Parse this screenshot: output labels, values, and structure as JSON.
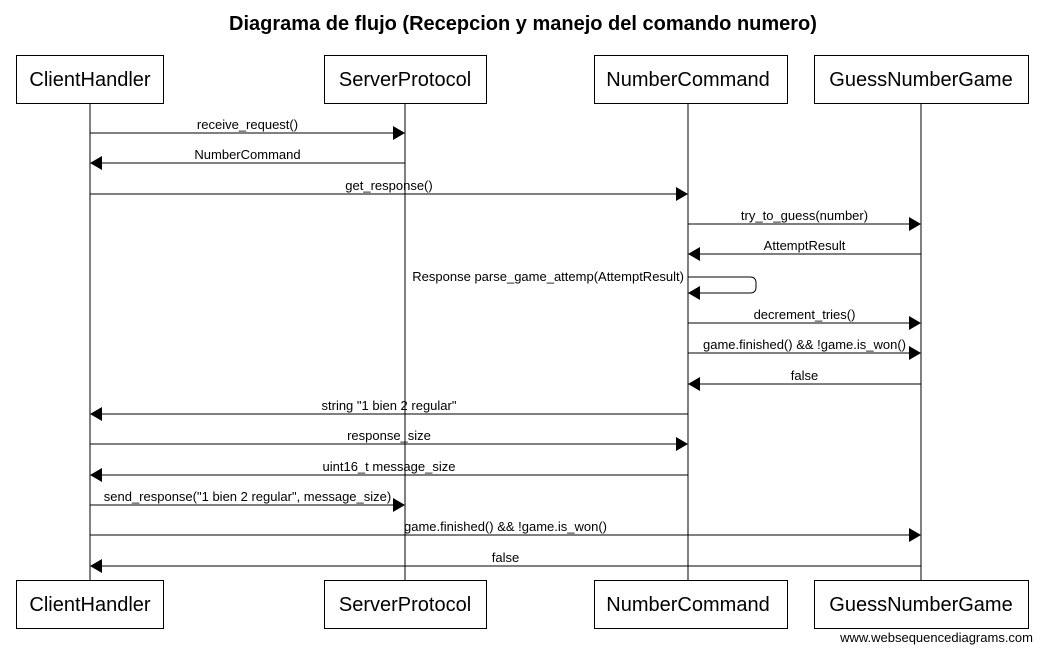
{
  "title": "Diagrama de flujo (Recepcion y manejo del comando numero)",
  "credit": "www.websequencediagrams.com",
  "participants": [
    "ClientHandler",
    "ServerProtocol",
    "NumberCommand",
    "GuessNumberGame"
  ],
  "messages": [
    {
      "from": "ClientHandler",
      "to": "ServerProtocol",
      "label": "receive_request()"
    },
    {
      "from": "ServerProtocol",
      "to": "ClientHandler",
      "label": "NumberCommand"
    },
    {
      "from": "ClientHandler",
      "to": "NumberCommand",
      "label": "get_response()"
    },
    {
      "from": "NumberCommand",
      "to": "GuessNumberGame",
      "label": "try_to_guess(number)"
    },
    {
      "from": "GuessNumberGame",
      "to": "NumberCommand",
      "label": "AttemptResult"
    },
    {
      "from": "NumberCommand",
      "to": "NumberCommand",
      "label": "Response parse_game_attemp(AttemptResult)"
    },
    {
      "from": "NumberCommand",
      "to": "GuessNumberGame",
      "label": "decrement_tries()"
    },
    {
      "from": "NumberCommand",
      "to": "GuessNumberGame",
      "label": "game.finished() && !game.is_won()"
    },
    {
      "from": "GuessNumberGame",
      "to": "NumberCommand",
      "label": "false"
    },
    {
      "from": "NumberCommand",
      "to": "ClientHandler",
      "label": "string \"1 bien 2 regular\""
    },
    {
      "from": "ClientHandler",
      "to": "NumberCommand",
      "label": "response_size"
    },
    {
      "from": "NumberCommand",
      "to": "ClientHandler",
      "label": "uint16_t message_size"
    },
    {
      "from": "ClientHandler",
      "to": "ServerProtocol",
      "label": "send_response(\"1 bien 2 regular\", message_size)"
    },
    {
      "from": "ClientHandler",
      "to": "GuessNumberGame",
      "label": "game.finished() && !game.is_won()"
    },
    {
      "from": "GuessNumberGame",
      "to": "ClientHandler",
      "label": "false"
    }
  ]
}
